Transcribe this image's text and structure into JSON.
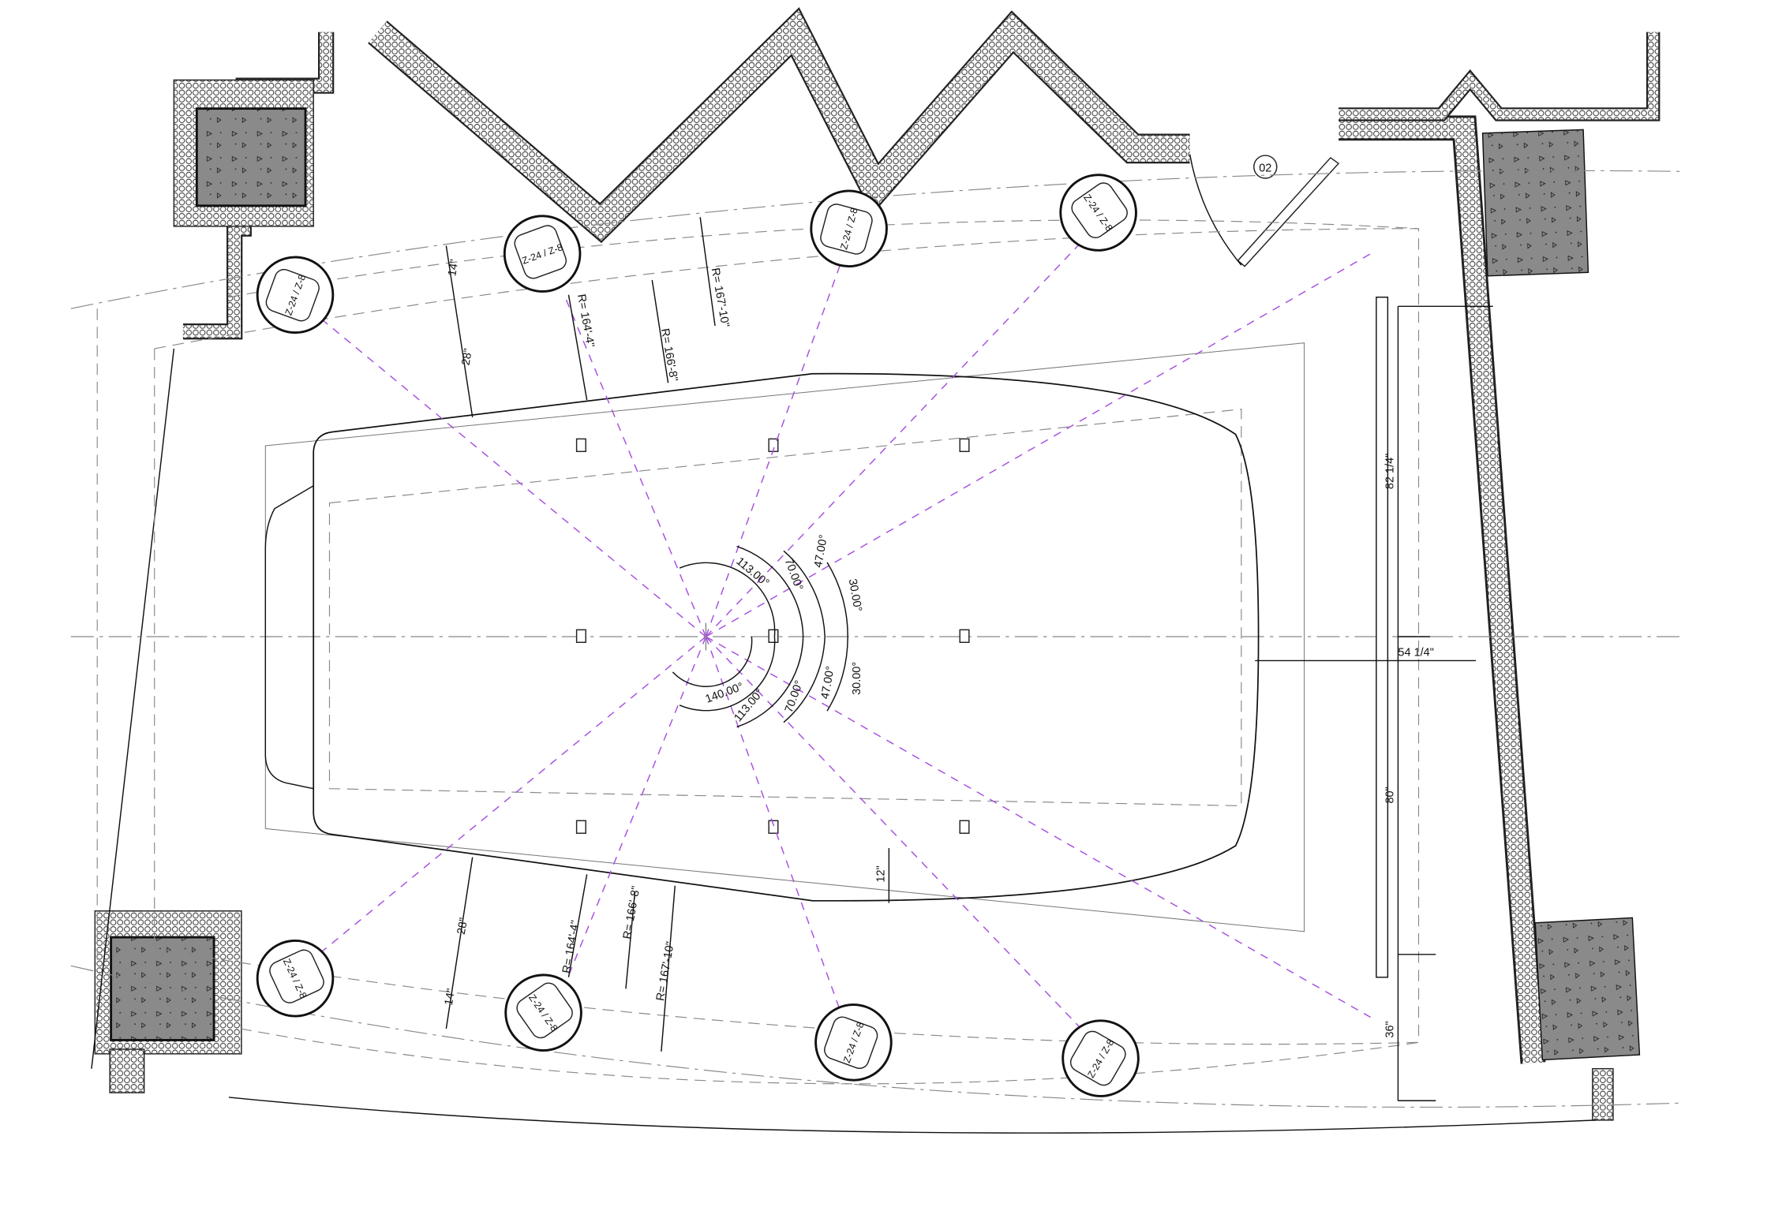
{
  "drawing": {
    "door_tag": "02",
    "speakers": [
      {
        "label": "Z-24 / Z-8"
      },
      {
        "label": "Z-24 / Z-8"
      },
      {
        "label": "Z-24 / Z-8"
      },
      {
        "label": "Z-24 / Z-8"
      },
      {
        "label": "Z-24 / Z-8"
      },
      {
        "label": "Z-24 / Z-8"
      },
      {
        "label": "Z-24 / Z-8"
      },
      {
        "label": "Z-24 / Z-8"
      }
    ],
    "angles_top": [
      "113.00°",
      "70.00°",
      "47.00°",
      "30.00°"
    ],
    "angles_bottom": [
      "140.00°",
      "113.00°",
      "70.00°",
      "47.00°",
      "30.00°"
    ],
    "dimensions": {
      "top_14": "14\"",
      "top_28": "28\"",
      "bottom_28": "28\"",
      "bottom_14": "14\"",
      "r_top_1": "R= 164'-4\"",
      "r_top_2": "R= 166'-8\"",
      "r_top_3": "R= 167'-10\"",
      "r_bot_1": "R= 164'-4\"",
      "r_bot_2": "R= 166'-8\"",
      "r_bot_3": "R= 167'-10\"",
      "clear_12": "12\"",
      "side_54": "54 1/4\"",
      "side_82": "82 1/4\"",
      "side_80": "80\"",
      "side_36": "36\""
    },
    "colors": {
      "aim_line": "#a64fe0",
      "concrete": "#8a8a8a"
    }
  }
}
